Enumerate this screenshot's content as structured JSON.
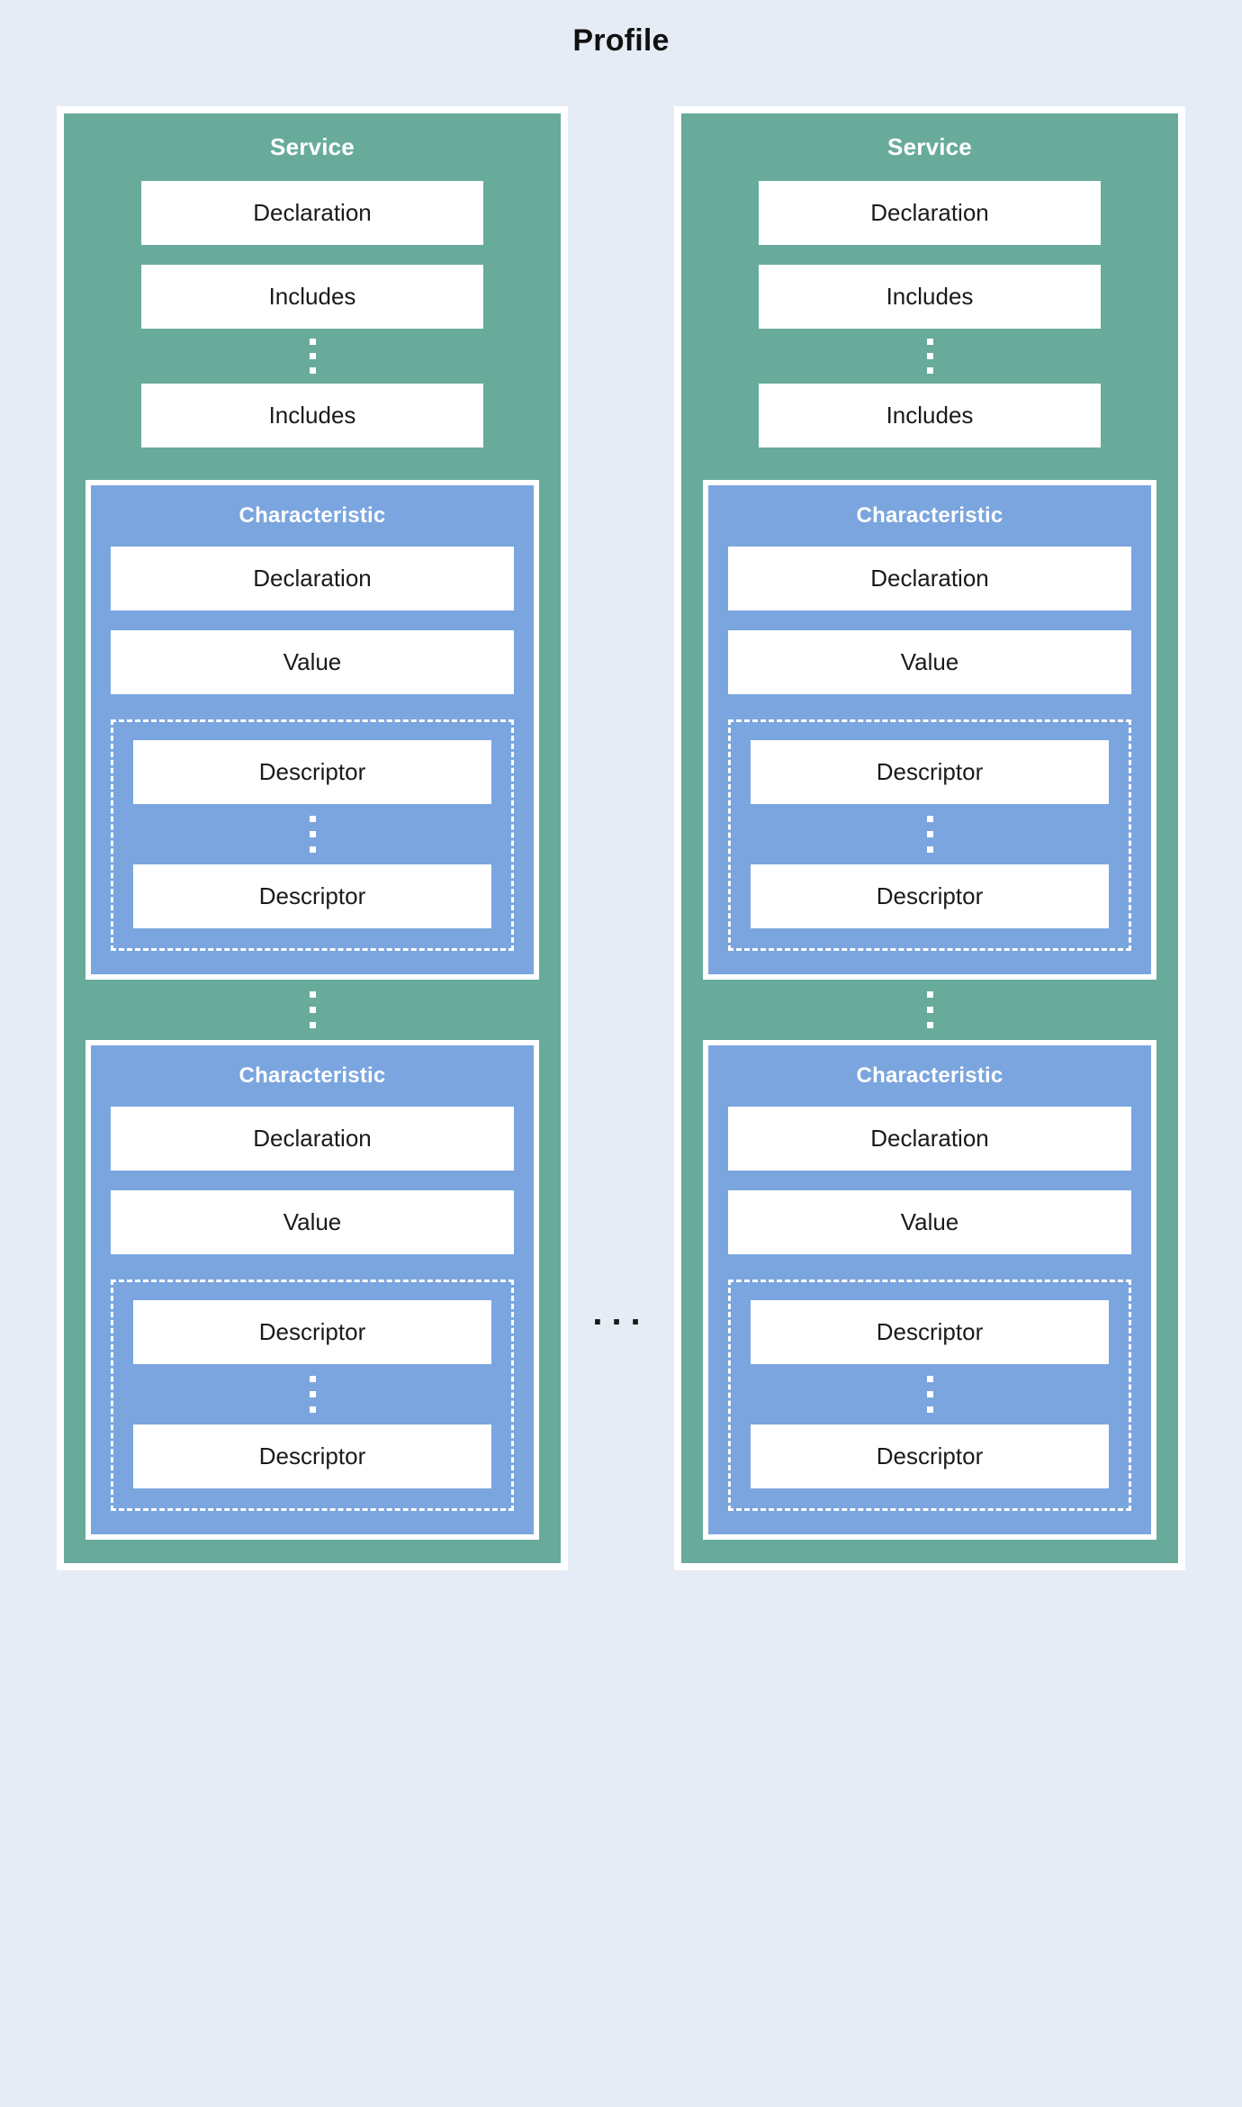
{
  "page": {
    "title": "Profile",
    "background_color": "#e6ecf5",
    "horizontal_ellipsis": "..."
  },
  "colors": {
    "background": "#e6ecf5",
    "service_fill": "#68ab9b",
    "characteristic_fill": "#7ba5de",
    "leaf_fill": "#ffffff",
    "leaf_text": "#1a1a1a",
    "container_border": "#ffffff",
    "title_text": "#111111",
    "container_title_text": "#ffffff"
  },
  "services": [
    {
      "title": "Service",
      "items": [
        {
          "label": "Declaration"
        },
        {
          "label": "Includes"
        }
      ],
      "ellipsis_after_includes": true,
      "trailing_item": {
        "label": "Includes"
      },
      "characteristics": [
        {
          "title": "Characteristic",
          "items": [
            {
              "label": "Declaration"
            },
            {
              "label": "Value"
            }
          ],
          "descriptors": {
            "first": {
              "label": "Descriptor"
            },
            "last": {
              "label": "Descriptor"
            }
          }
        },
        {
          "title": "Characteristic",
          "items": [
            {
              "label": "Declaration"
            },
            {
              "label": "Value"
            }
          ],
          "descriptors": {
            "first": {
              "label": "Descriptor"
            },
            "last": {
              "label": "Descriptor"
            }
          }
        }
      ]
    },
    {
      "title": "Service",
      "items": [
        {
          "label": "Declaration"
        },
        {
          "label": "Includes"
        }
      ],
      "ellipsis_after_includes": true,
      "trailing_item": {
        "label": "Includes"
      },
      "characteristics": [
        {
          "title": "Characteristic",
          "items": [
            {
              "label": "Declaration"
            },
            {
              "label": "Value"
            }
          ],
          "descriptors": {
            "first": {
              "label": "Descriptor"
            },
            "last": {
              "label": "Descriptor"
            }
          }
        },
        {
          "title": "Characteristic",
          "items": [
            {
              "label": "Declaration"
            },
            {
              "label": "Value"
            }
          ],
          "descriptors": {
            "first": {
              "label": "Descriptor"
            },
            "last": {
              "label": "Descriptor"
            }
          }
        }
      ]
    }
  ]
}
